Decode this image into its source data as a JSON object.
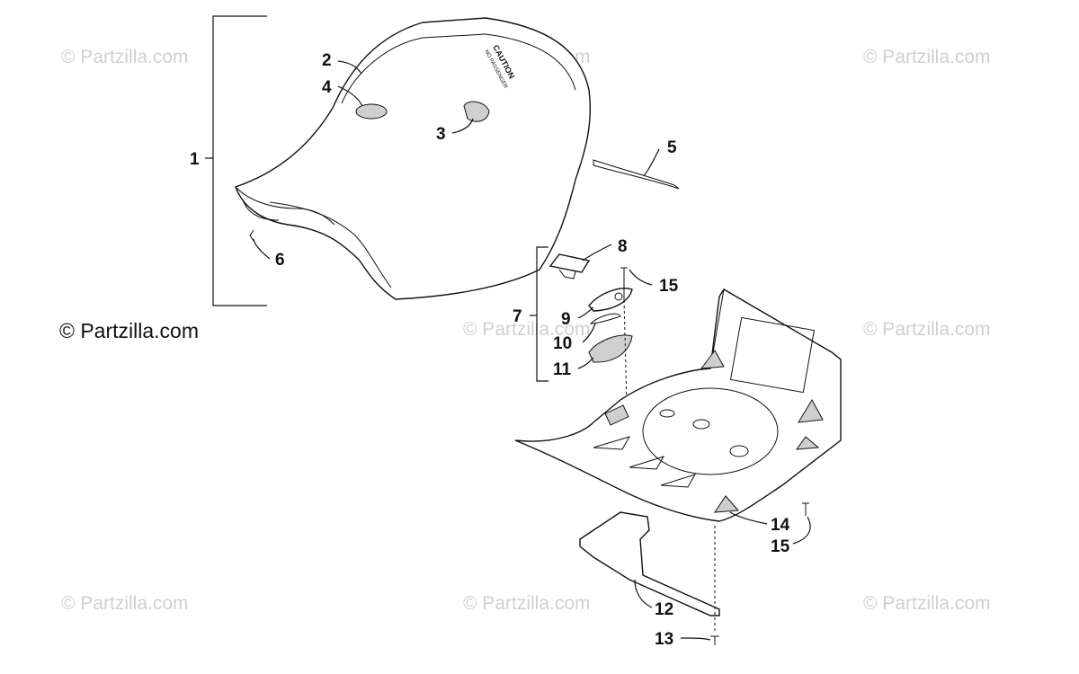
{
  "watermarks": [
    "© Partzilla.com",
    "© Partzilla.com",
    "© Partzilla.com",
    "© Partzilla.com",
    "© Partzilla.com",
    "© Partzilla.com",
    "© Partzilla.com",
    "© Partzilla.com"
  ],
  "copyright": "© Partzilla.com",
  "seal_text": {
    "caution": "CAUTION",
    "line": "NO PASSENGER"
  },
  "callouts": {
    "c1": "1",
    "c2": "2",
    "c3": "3",
    "c4": "4",
    "c5": "5",
    "c6": "6",
    "c7": "7",
    "c8": "8",
    "c9": "9",
    "c10": "10",
    "c11": "11",
    "c12": "12",
    "c13": "13",
    "c14": "14",
    "c15a": "15",
    "c15b": "15"
  }
}
